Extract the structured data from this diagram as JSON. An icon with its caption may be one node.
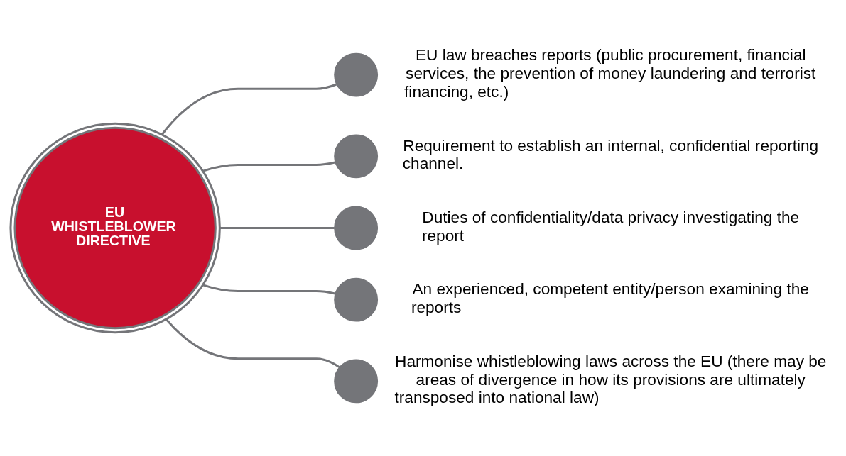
{
  "diagram": {
    "nodes": [
      {
        "text": [
          "EU WHISTLEBLOWER DIRECTIVE"
        ]
      },
      {
        "text": [],
        "shape": "circle",
        "beside": [
          "EU law breaches reports (public procurement, financial services, the prevention of money laundering and terrorist financing, etc.)"
        ]
      },
      {
        "text": [],
        "shape": "circle",
        "beside": [
          "Requirement to establish an internal, confidential reporting channel."
        ]
      },
      {
        "text": [],
        "shape": "circle",
        "beside": [
          "Duties of confidentiality/data privacy investigating the report"
        ]
      },
      {
        "text": [],
        "shape": "circle",
        "beside": [
          "An experienced, competent entity/person examining the reports"
        ]
      },
      {
        "text": [],
        "shape": "circle",
        "beside": [
          "Harmonise whistleblowing laws across the EU (there may be areas of divergence in how its provisions are ultimately transposed into national law)"
        ]
      }
    ],
    "edges": [
      {
        "from": 0,
        "to": 1,
        "arrow": "none"
      },
      {
        "from": 0,
        "to": 2,
        "arrow": "none"
      },
      {
        "from": 0,
        "to": 3,
        "arrow": "none"
      },
      {
        "from": 0,
        "to": 4,
        "arrow": "none"
      },
      {
        "from": 0,
        "to": 5,
        "arrow": "none"
      }
    ]
  }
}
